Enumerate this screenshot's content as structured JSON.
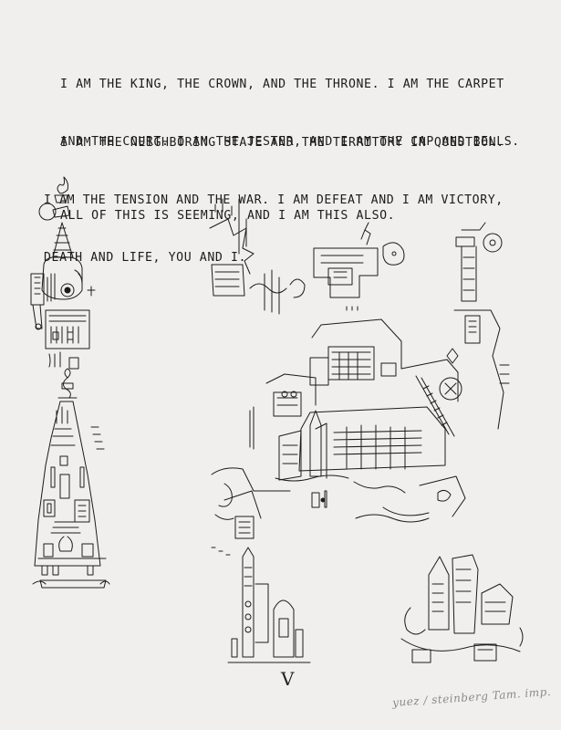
{
  "text": {
    "p1_line1": "I AM THE KING, THE CROWN, AND THE THRONE. I AM THE CARPET",
    "p1_line2": "AND THE COURT. I AM THE JESTER, AND I AM THE CAP AND BELLS.",
    "p2_line1": "I AM THE NEIGHBORING STATE AND THE TERRITORY IN QUESTION.",
    "p2_line2": "I AM THE TENSION AND THE WAR. I AM DEFEAT AND I AM VICTORY,",
    "p2_line3": "DEATH AND LIFE, YOU AND I.",
    "p3_line1": "ALL OF THIS IS SEEMING, AND I AM THIS ALSO."
  },
  "plate_number": "V",
  "signature": "yuez / steinberg  Tam. imp.",
  "colors": {
    "paper": "#f1efed",
    "ink": "#1c1c1c",
    "pencil": "#8c8a87"
  }
}
